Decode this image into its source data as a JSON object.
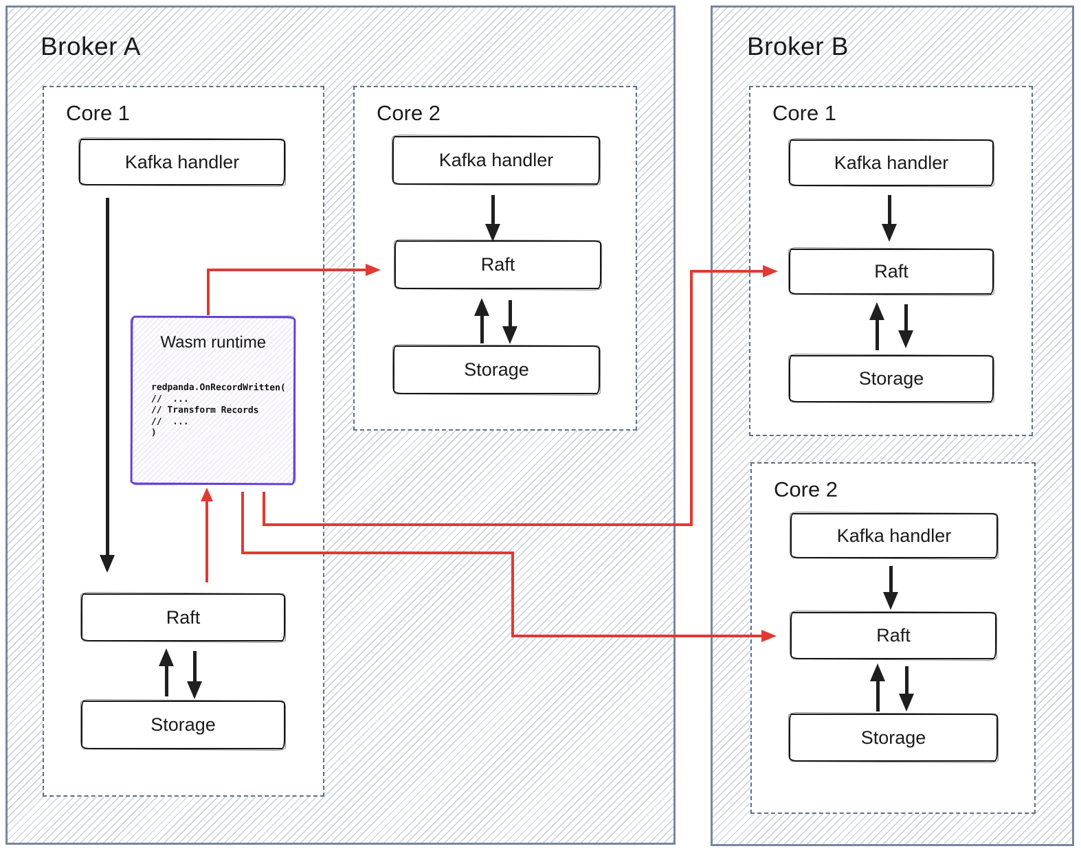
{
  "diagram": {
    "brokers": [
      {
        "title": "Broker A",
        "cores": [
          {
            "label": "Core 1",
            "boxes": {
              "kafka": "Kafka handler",
              "raft": "Raft",
              "storage": "Storage"
            },
            "wasm": {
              "title": "Wasm runtime",
              "code": "redpanda.OnRecordWritten(\n//  ...\n// Transform Records\n//  ...\n)"
            }
          },
          {
            "label": "Core 2",
            "boxes": {
              "kafka": "Kafka handler",
              "raft": "Raft",
              "storage": "Storage"
            }
          }
        ]
      },
      {
        "title": "Broker B",
        "cores": [
          {
            "label": "Core 1",
            "boxes": {
              "kafka": "Kafka handler",
              "raft": "Raft",
              "storage": "Storage"
            }
          },
          {
            "label": "Core 2",
            "boxes": {
              "kafka": "Kafka handler",
              "raft": "Raft",
              "storage": "Storage"
            }
          }
        ]
      }
    ],
    "colors": {
      "red_arrow": "#e03a33",
      "purple": "#6341d8",
      "ink": "#1f1f1f",
      "box_border": "#161616",
      "broker_border": "#76869e",
      "dashed_border": "#5c6d85",
      "hatch_line": "#c3cbdb",
      "text": "#1a1a1a"
    }
  }
}
